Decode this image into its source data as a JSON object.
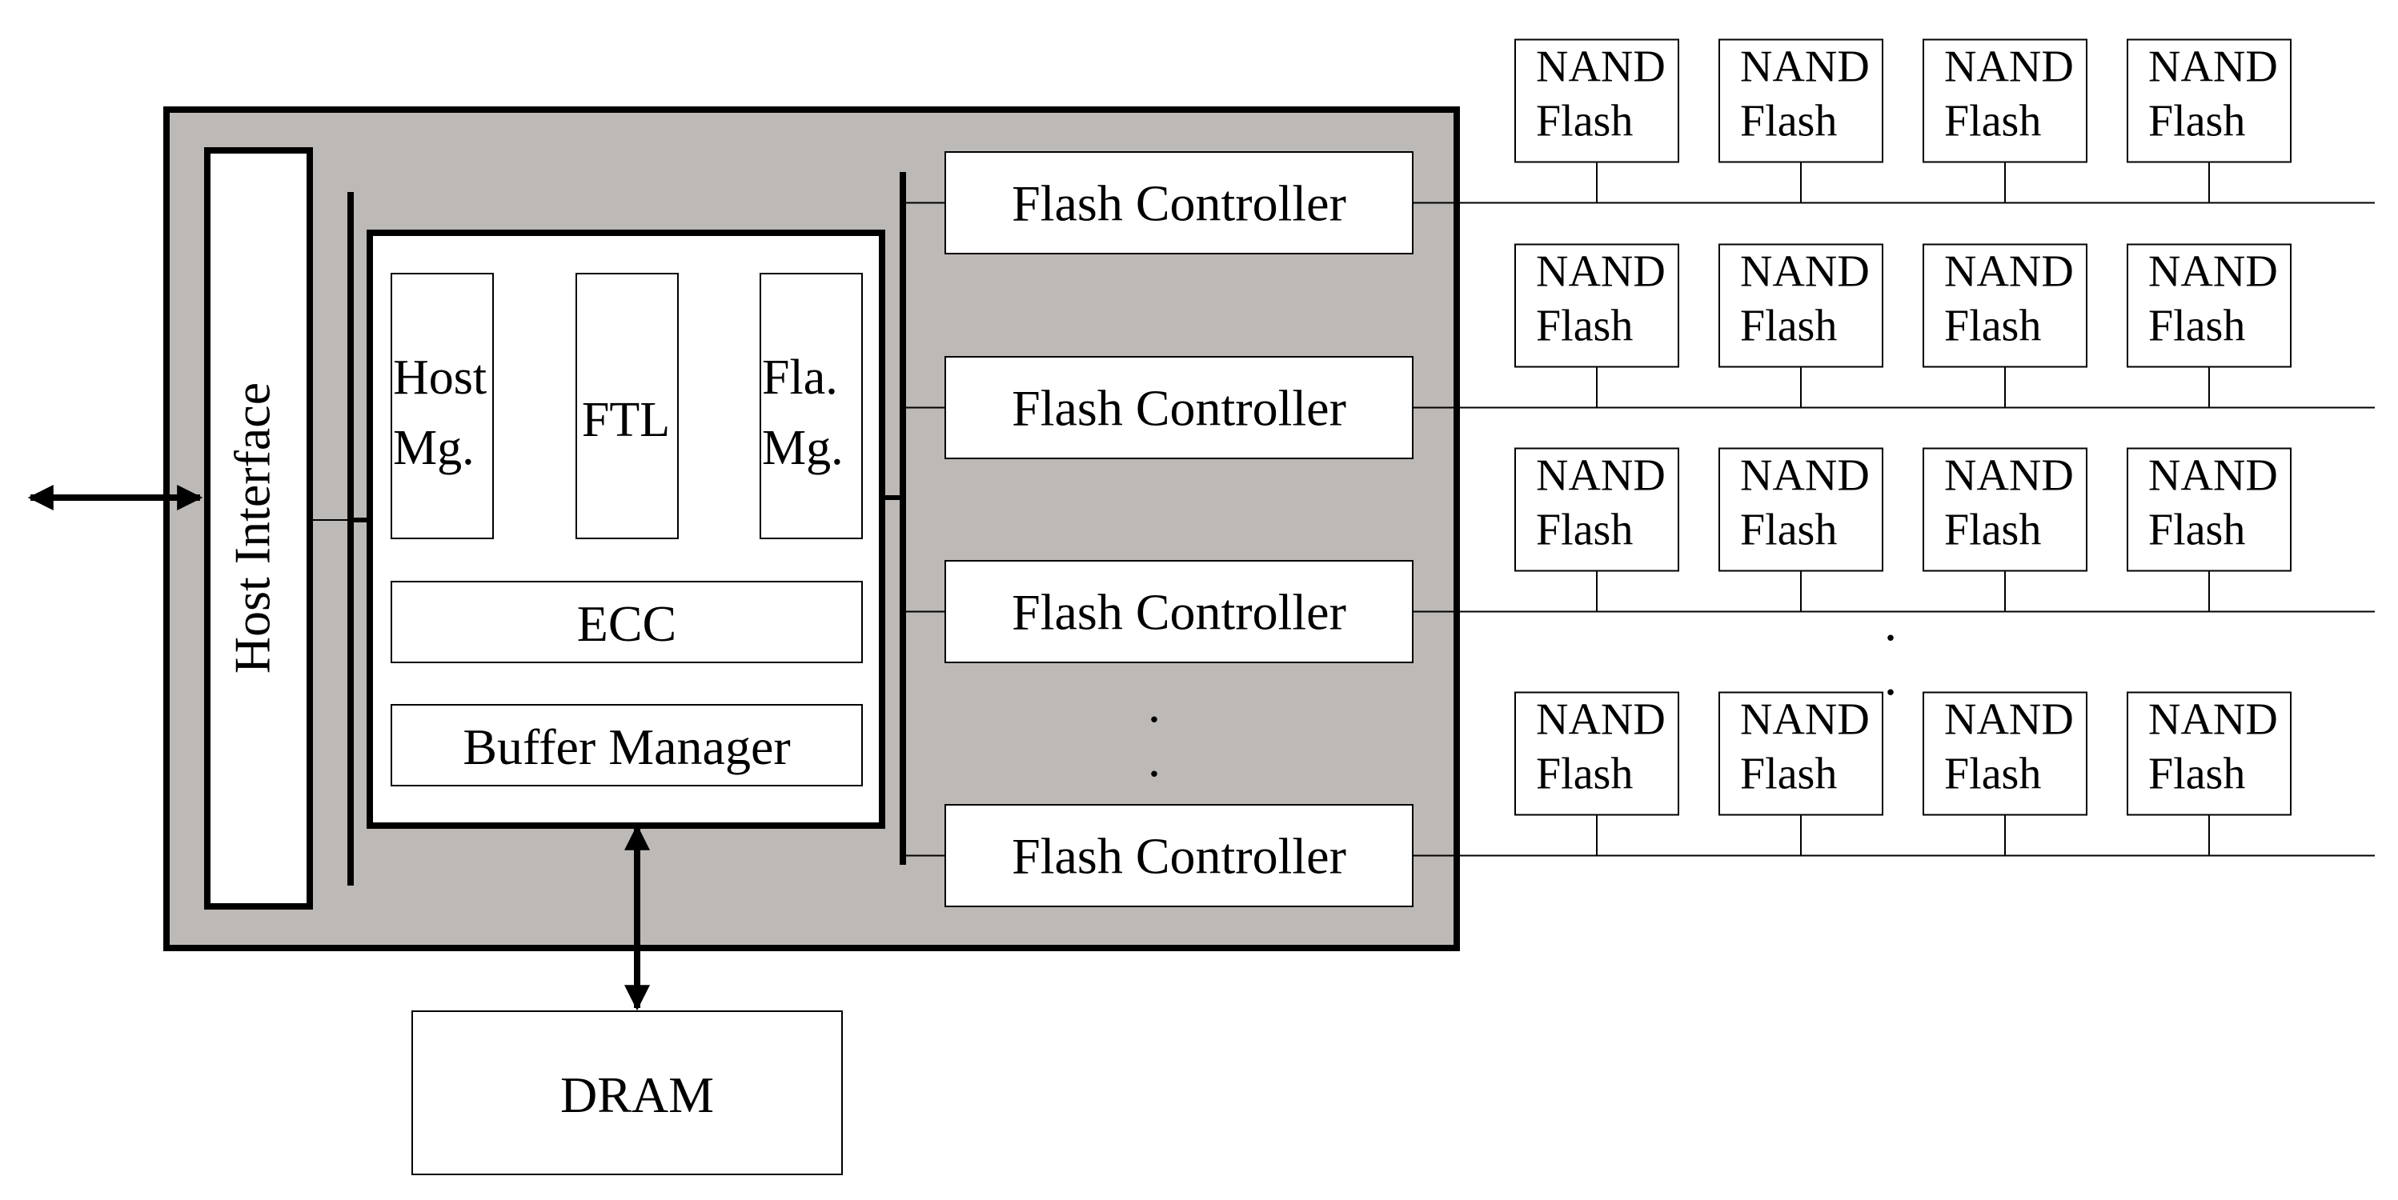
{
  "arrow_label": "",
  "host_interface": {
    "label": "Host Interface"
  },
  "core": {
    "host_mg": [
      "Host",
      "Mg."
    ],
    "ftl": "FTL",
    "fla_mg": [
      "Fla.",
      "Mg."
    ],
    "ecc": "ECC",
    "buffer_manager": "Buffer Manager"
  },
  "dram": {
    "label": "DRAM"
  },
  "flash_controllers": [
    {
      "label": "Flash Controller"
    },
    {
      "label": "Flash Controller"
    },
    {
      "label": "Flash Controller"
    },
    {
      "label": "Flash Controller"
    }
  ],
  "ellipsis": ". .",
  "nand_rows": [
    {
      "chips": [
        [
          "NAND",
          "Flash"
        ],
        [
          "NAND",
          "Flash"
        ],
        [
          "NAND",
          "Flash"
        ],
        [
          "NAND",
          "Flash"
        ]
      ]
    },
    {
      "chips": [
        [
          "NAND",
          "Flash"
        ],
        [
          "NAND",
          "Flash"
        ],
        [
          "NAND",
          "Flash"
        ],
        [
          "NAND",
          "Flash"
        ]
      ]
    },
    {
      "chips": [
        [
          "NAND",
          "Flash"
        ],
        [
          "NAND",
          "Flash"
        ],
        [
          "NAND",
          "Flash"
        ],
        [
          "NAND",
          "Flash"
        ]
      ]
    },
    {
      "chips": [
        [
          "NAND",
          "Flash"
        ],
        [
          "NAND",
          "Flash"
        ],
        [
          "NAND",
          "Flash"
        ],
        [
          "NAND",
          "Flash"
        ]
      ]
    }
  ],
  "colors": {
    "controller_fill": "#bdb9b6",
    "line": "#000000",
    "box": "#ffffff"
  }
}
